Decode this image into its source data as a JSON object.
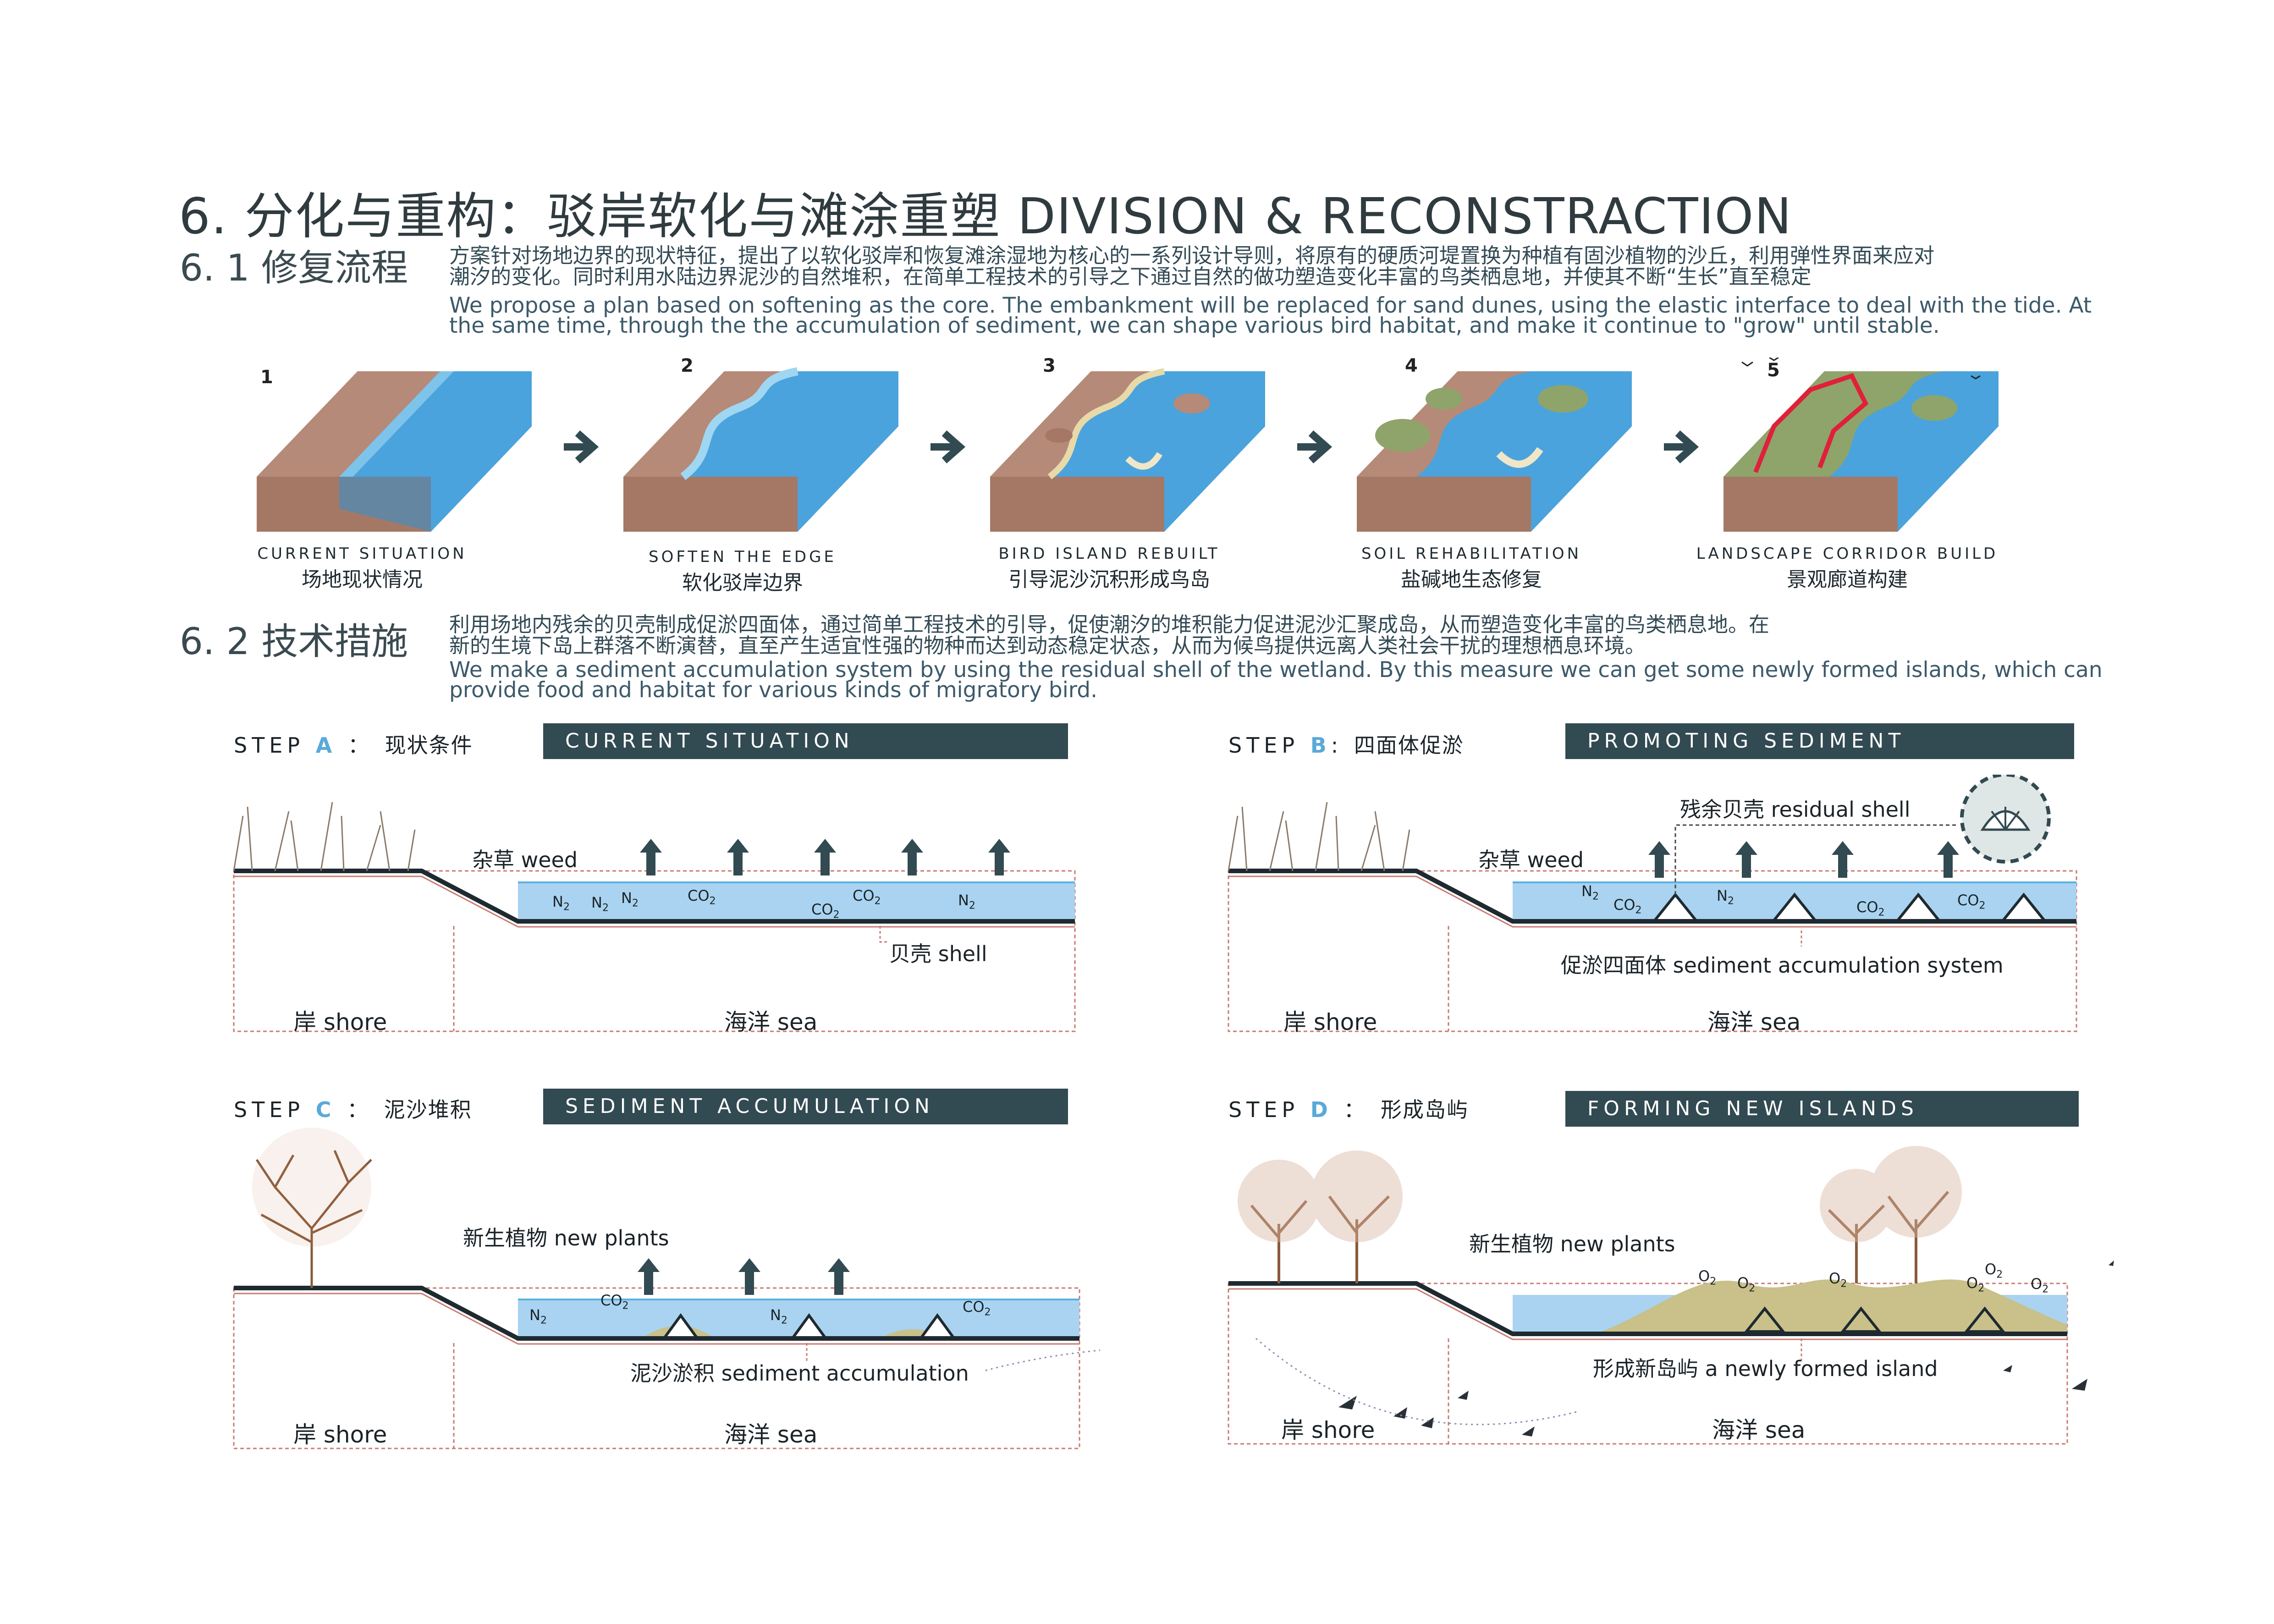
{
  "header": {
    "title": "6. 分化与重构：驳岸软化与滩涂重塑  DIVISION & RECONSTRACTION"
  },
  "section1": {
    "title": "6. 1 修复流程",
    "para_cn_1": "方案针对场地边界的现状特征，提出了以软化驳岸和恢复滩涂湿地为核心的一系列设计导则，将原有的硬质河堤置换为种植有固沙植物的沙丘，利用弹性界面来应对",
    "para_cn_2": "潮汐的变化。同时利用水陆边界泥沙的自然堆积，在简单工程技术的引导之下通过自然的做功塑造变化丰富的鸟类栖息地，并使其不断“生长”直至稳定",
    "para_en_1": "We propose a plan based on softening as the core. The embankment will be replaced for sand dunes, using the elastic interface to deal with the tide. At",
    "para_en_2": "the same time, through the the accumulation of sediment, we can shape various bird habitat, and make it continue to \"grow\" until stable.",
    "steps": [
      {
        "num": "1",
        "caption": "CURRENT SITUATION",
        "caption_cn": "场地现状情况"
      },
      {
        "num": "2",
        "caption": "SOFTEN THE EDGE",
        "caption_cn": "软化驳岸边界"
      },
      {
        "num": "3",
        "caption": "BIRD ISLAND REBUILT",
        "caption_cn": "引导泥沙沉积形成鸟岛"
      },
      {
        "num": "4",
        "caption": "SOIL REHABILITATION",
        "caption_cn": "盐碱地生态修复"
      },
      {
        "num": "5",
        "caption": "LANDSCAPE CORRIDOR BUILD",
        "caption_cn": "景观廊道构建"
      }
    ]
  },
  "section2": {
    "title": "6. 2 技术措施",
    "para_cn_1": "利用场地内残余的贝壳制成促淤四面体，通过简单工程技术的引导，促使潮汐的堆积能力促进泥沙汇聚成岛，从而塑造变化丰富的鸟类栖息地。在",
    "para_cn_2": "新的生境下岛上群落不断演替，直至产生适宜性强的物种而达到动态稳定状态，从而为候鸟提供远离人类社会干扰的理想栖息环境。",
    "para_en_1": "We make a sediment accumulation system by using the residual shell of the wetland. By this measure we can get some newly formed islands, which can",
    "para_en_2": "provide food and habitat for various kinds of migratory bird."
  },
  "panels": {
    "a": {
      "step_word": "STEP",
      "step_letter": "A",
      "colon": "：",
      "cn": "现状条件",
      "banner": "CURRENT SITUATION",
      "weed": "杂草 weed",
      "shell": "贝壳 shell",
      "shore": "岸 shore",
      "sea": "海洋 sea"
    },
    "b": {
      "step_word": "STEP",
      "step_letter": "B",
      "colon": ":",
      "cn": "四面体促淤",
      "banner": "PROMOTING SEDIMENT",
      "weed": "杂草 weed",
      "residual": "残余贝壳 residual shell",
      "system": "促淤四面体 sediment accumulation system",
      "shore": "岸 shore",
      "sea": "海洋 sea"
    },
    "c": {
      "step_word": "STEP",
      "step_letter": "C",
      "colon": "：",
      "cn": "泥沙堆积",
      "banner": "SEDIMENT ACCUMULATION",
      "plants": "新生植物  new plants",
      "sediment": "泥沙淤积 sediment accumulation",
      "shore": "岸 shore",
      "sea": "海洋 sea"
    },
    "d": {
      "step_word": "STEP",
      "step_letter": "D",
      "colon": "：",
      "cn": "形成岛屿",
      "banner": "FORMING NEW ISLANDS",
      "plants": "新生植物  new plants",
      "island": "形成新岛屿 a newly formed island",
      "shore": "岸 shore",
      "sea": "海洋 sea"
    }
  },
  "chem": {
    "n": "N",
    "co": "CO",
    "o": "O",
    "sub2": "2"
  },
  "colors": {
    "water": "#4aa3dc",
    "soil": "#b58a78",
    "dark": "#324a52",
    "green": "#8fa46a",
    "route": "#e0203a"
  }
}
